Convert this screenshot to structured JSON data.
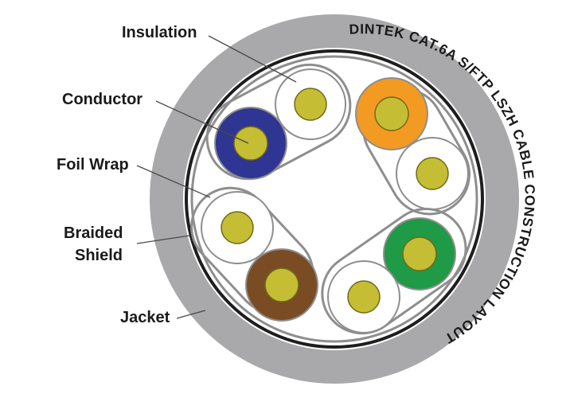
{
  "diagram": {
    "arc_text": "DINTEK CAT.6A S/FTP LSZH CABLE CONSTRUCTION LAYOUT",
    "labels": {
      "insulation": "Insulation",
      "conductor": "Conductor",
      "foil_wrap": "Foil Wrap",
      "braided_line1": "Braided",
      "braided_line2": "Shield",
      "jacket": "Jacket"
    },
    "colors": {
      "jacket": "#a9a9ab",
      "braid_ring": "#1e1e1e",
      "foil": "#8e8e8e",
      "insulation_white": "#ffffff",
      "conductor": "#c5bd34",
      "blue": "#2f3592",
      "orange": "#f39a22",
      "green": "#1f9a46",
      "brown": "#7a4c23"
    },
    "pairs": [
      {
        "name": "blue-pair",
        "colored_insulation": "blue"
      },
      {
        "name": "orange-pair",
        "colored_insulation": "orange"
      },
      {
        "name": "brown-pair",
        "colored_insulation": "brown"
      },
      {
        "name": "green-pair",
        "colored_insulation": "green"
      }
    ]
  }
}
